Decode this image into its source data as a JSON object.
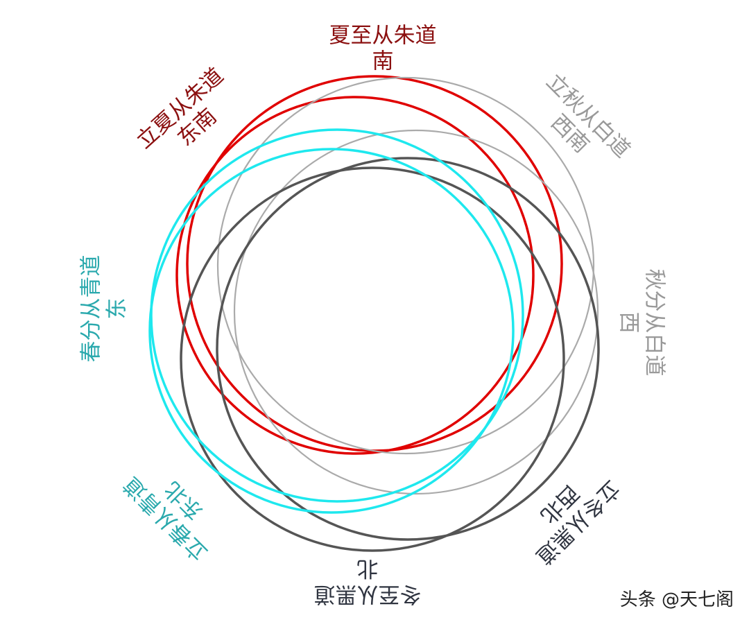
{
  "rings": [
    {
      "id": "summer-solstice",
      "color": "#e00000"
    },
    {
      "id": "start-of-summer",
      "color": "#e00000"
    },
    {
      "id": "start-of-autumn",
      "color": "#aaaaaa"
    },
    {
      "id": "autumn-equinox",
      "color": "#aaaaaa"
    },
    {
      "id": "start-of-winter",
      "color": "#555555"
    },
    {
      "id": "winter-solstice",
      "color": "#555555"
    },
    {
      "id": "start-of-spring",
      "color": "#1ee8ee"
    },
    {
      "id": "spring-equinox",
      "color": "#1ee8ee"
    }
  ],
  "labels": [
    {
      "id": "summer-solstice",
      "line1": "夏至从朱道",
      "line2": "南",
      "color": "#8b1010"
    },
    {
      "id": "start-of-summer",
      "line1": "立夏从朱道",
      "line2": "东南",
      "color": "#8b1010"
    },
    {
      "id": "start-of-autumn",
      "line1": "立秋从白道",
      "line2": "西南",
      "color": "#999999"
    },
    {
      "id": "autumn-equinox",
      "line1": "秋分从白道",
      "line2": "西",
      "color": "#999999"
    },
    {
      "id": "start-of-winter",
      "line1": "立冬从黑道",
      "line2": "西北",
      "color": "#2f3440"
    },
    {
      "id": "winter-solstice",
      "line1": "冬至从黑道",
      "line2": "北",
      "color": "#2f3440"
    },
    {
      "id": "start-of-spring",
      "line1": "立春从青道",
      "line2": "东北",
      "color": "#2aa9ad"
    },
    {
      "id": "spring-equinox",
      "line1": "春分从青道",
      "line2": "东",
      "color": "#2aa9ad"
    }
  ],
  "watermark": "头条 @天七阁"
}
